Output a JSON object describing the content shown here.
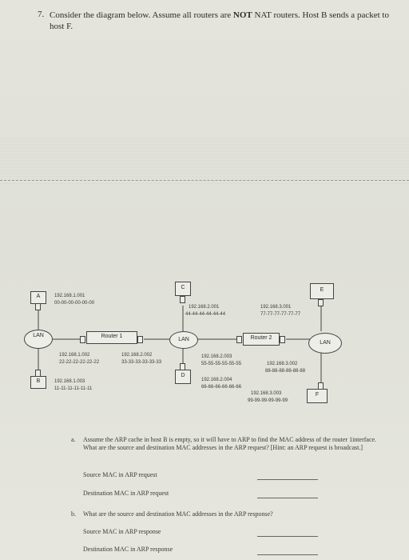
{
  "question": {
    "number": "7.",
    "text_before": "Consider the diagram below. Assume all routers are ",
    "text_bold": "NOT",
    "text_after": " NAT routers. Host B sends a packet to host F."
  },
  "diagram": {
    "hosts": {
      "A": {
        "label": "A",
        "ip": "192.168.1.001",
        "mac": "00-00-00-00-00-00"
      },
      "B": {
        "label": "B",
        "ip": "192.168.1.003",
        "mac": "11-11-11-11-11-11"
      },
      "C": {
        "label": "C",
        "ip": "192.168.2.001",
        "mac": "44-44-44-44-44-44"
      },
      "D": {
        "label": "D",
        "ip": "192.168.2.004",
        "mac": "66-66-66-66-66-66"
      },
      "E": {
        "label": "E",
        "ip": "192.168.3.001",
        "mac": "77-77-77-77-77-77"
      },
      "F": {
        "label": "F",
        "ip": "192.168.3.003",
        "mac": "99-99-99-99-99-99"
      }
    },
    "lans": {
      "left": "LAN",
      "middle": "LAN",
      "right": "LAN"
    },
    "router1": {
      "label": "Router 1",
      "left_ip": "192.168.1.002",
      "left_mac": "22-22-22-22-22-22",
      "right_ip": "192.168.2.002",
      "right_mac": "33-33-33-33-33-33"
    },
    "router2": {
      "label": "Router 2",
      "left_ip": "192.168.2.003",
      "left_mac": "55-55-55-55-55-55",
      "right_ip": "192.168.3.002",
      "right_mac": "88-88-88-88-88-88"
    }
  },
  "part_a": {
    "marker": "a.",
    "text": "Assume the ARP cache in host B is empty, so it will have to ARP to find the MAC address of the router 1interface. What are the source and destination MAC addresses in the ARP request? [Hint: an ARP request is broadcast.]",
    "field1": "Source MAC in ARP request",
    "field2": "Destination MAC in ARP request"
  },
  "part_b": {
    "marker": "b.",
    "text": "What are the source and destination MAC addresses in the ARP response?",
    "field1": "Source MAC in ARP response",
    "field2": "Destination MAC in ARP response"
  }
}
